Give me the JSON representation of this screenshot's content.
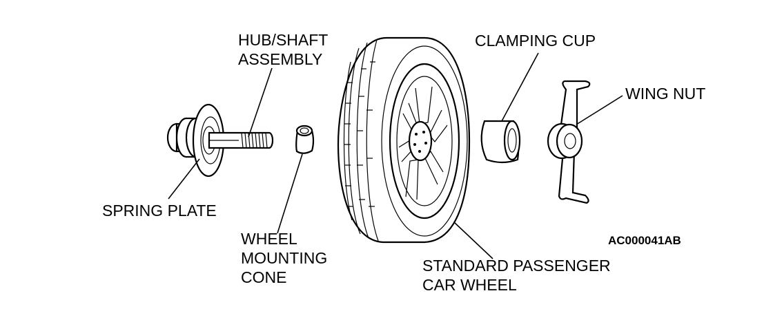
{
  "labels": {
    "hub_shaft": [
      "HUB/SHAFT",
      "ASSEMBLY"
    ],
    "clamping_cup": "CLAMPING CUP",
    "wing_nut": "WING NUT",
    "spring_plate": "SPRING PLATE",
    "mounting_cone": [
      "WHEEL",
      "MOUNTING",
      "CONE"
    ],
    "passenger_wheel": [
      "STANDARD PASSENGER",
      "CAR WHEEL"
    ]
  },
  "figure_code": "AC000041AB"
}
